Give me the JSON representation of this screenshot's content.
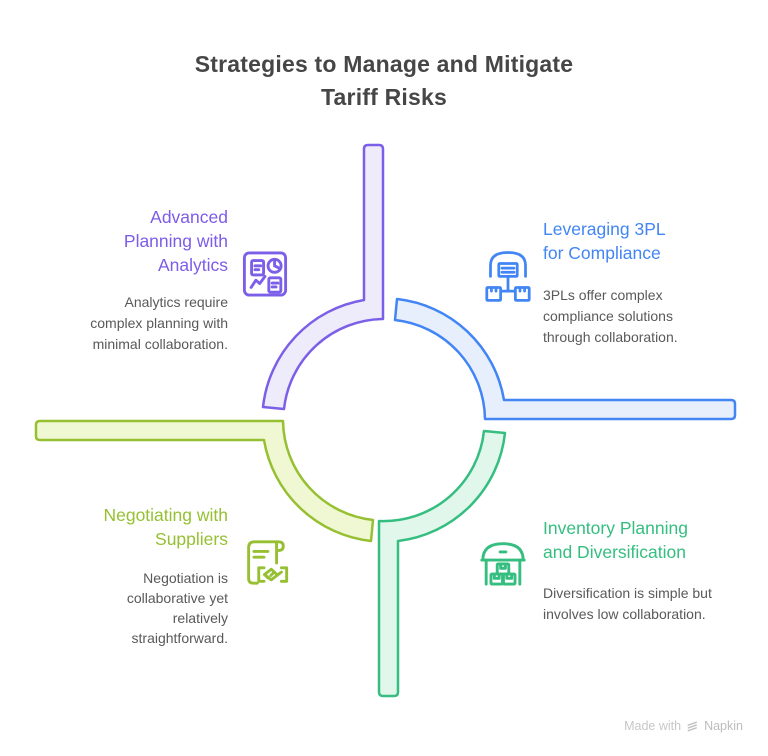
{
  "title": {
    "line1": "Strategies to Manage and Mitigate",
    "line2": "Tariff Risks"
  },
  "sections": [
    {
      "id": "advanced-planning",
      "title_lines": [
        "Advanced",
        "Planning with",
        "Analytics"
      ],
      "body_lines": [
        "Analytics require",
        "complex planning with",
        "minimal collaboration."
      ],
      "icon": "analytics-dashboard-icon",
      "text_color": "#7C5CE8",
      "stroke_color": "#7C5FE8",
      "fill_color": "#EEEBFB"
    },
    {
      "id": "leveraging-3pl",
      "title_lines": [
        "Leveraging 3PL",
        "for Compliance"
      ],
      "body_lines": [
        "3PLs offer complex",
        "compliance solutions",
        "through collaboration."
      ],
      "icon": "3pl-distribution-icon",
      "text_color": "#4285F4",
      "stroke_color": "#4285F4",
      "fill_color": "#E7EFFC"
    },
    {
      "id": "negotiating-suppliers",
      "title_lines": [
        "Negotiating with",
        "Suppliers"
      ],
      "body_lines": [
        "Negotiation is",
        "collaborative yet",
        "relatively",
        "straightforward."
      ],
      "icon": "contract-handshake-icon",
      "text_color": "#96C032",
      "stroke_color": "#96C032",
      "fill_color": "#F0F8D3"
    },
    {
      "id": "inventory-planning",
      "title_lines": [
        "Inventory Planning",
        "and Diversification"
      ],
      "body_lines": [
        "Diversification is simple but",
        "involves low collaboration."
      ],
      "icon": "warehouse-inventory-icon",
      "text_color": "#35BE80",
      "stroke_color": "#35BE80",
      "fill_color": "#E1F7EB"
    }
  ],
  "watermark": {
    "prefix": "Made with",
    "brand": "Napkin",
    "logo": "napkin-logo-icon",
    "color": "#C7C7C7"
  },
  "colors": {
    "background": "#FFFFFF",
    "heading_text": "#464646",
    "body_text": "#595959"
  }
}
